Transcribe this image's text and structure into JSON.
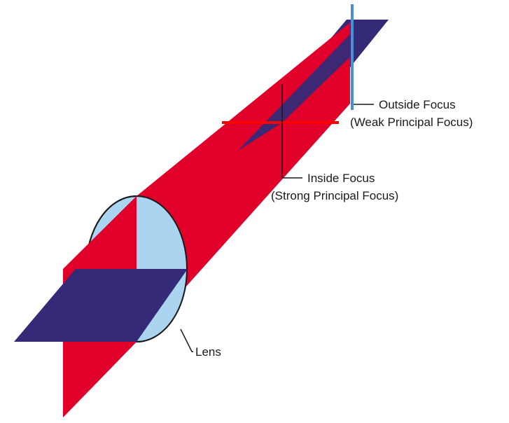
{
  "labels": {
    "outside_focus": "Outside Focus",
    "outside_focus_sub": "(Weak Principal Focus)",
    "inside_focus": "Inside Focus",
    "inside_focus_sub": "(Strong Principal Focus)",
    "lens": "Lens"
  },
  "colors": {
    "red_beam": "#e0002a",
    "blue_beam": "#342a78",
    "lens_fill": "#aad4ef",
    "outside_focus_line": "#4a8fd6",
    "inside_focus_line": "#ff0000",
    "leader": "#1a1a1a"
  }
}
